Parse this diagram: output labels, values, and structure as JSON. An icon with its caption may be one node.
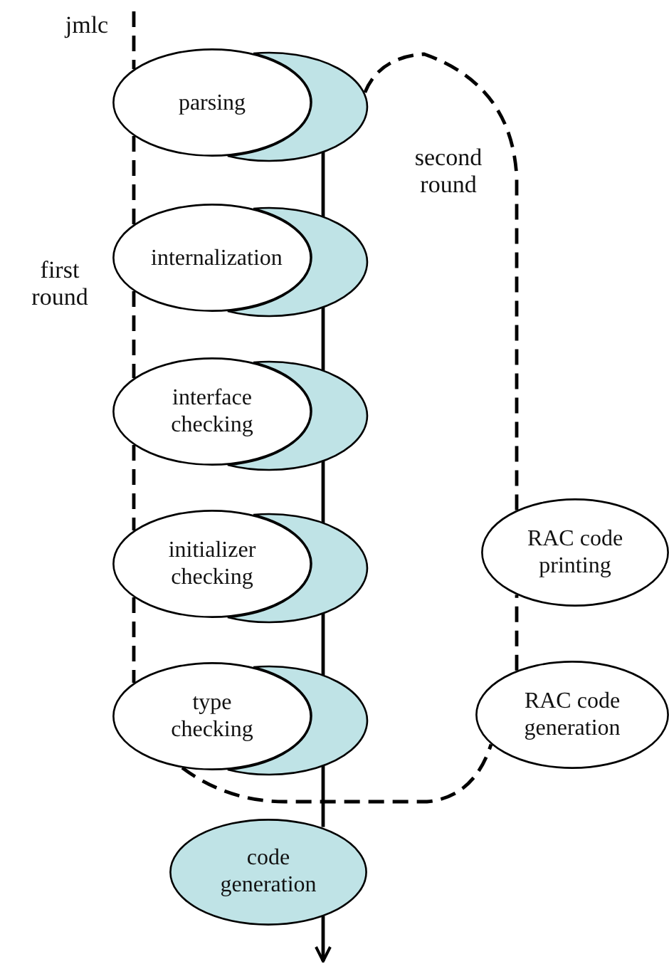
{
  "diagram": {
    "nodes": [
      {
        "text": [
          "parsing"
        ]
      },
      {
        "text": [],
        "shape": "ellipse"
      },
      {
        "text": [
          "internalization"
        ]
      },
      {
        "text": [],
        "shape": "ellipse"
      },
      {
        "text": [
          "interface checking"
        ]
      },
      {
        "text": [],
        "shape": "ellipse"
      },
      {
        "text": [
          "initializer checking"
        ]
      },
      {
        "text": [],
        "shape": "ellipse"
      },
      {
        "text": [
          "type checking"
        ]
      },
      {
        "text": [],
        "shape": "ellipse"
      },
      {
        "text": [
          "RAC code printing"
        ]
      },
      {
        "text": [
          "RAC code generation"
        ]
      },
      {
        "text": [
          "code generation"
        ]
      }
    ],
    "edges": [
      {
        "from": null,
        "to": 0,
        "arrow": "none",
        "style": "dashed"
      },
      {
        "from": 0,
        "to": 2,
        "arrow": "none",
        "style": "dashed"
      },
      {
        "from": 2,
        "to": 4,
        "arrow": "none",
        "style": "dashed"
      },
      {
        "from": 4,
        "to": 6,
        "arrow": "none",
        "style": "dashed"
      },
      {
        "from": 6,
        "to": 8,
        "arrow": "none",
        "style": "dashed"
      },
      {
        "from": 8,
        "to": 11,
        "arrow": "none",
        "style": "dashed"
      },
      {
        "from": 11,
        "to": 10,
        "arrow": "none",
        "style": "dashed"
      },
      {
        "from": 10,
        "to": 1,
        "arrow": "none",
        "style": "dashed"
      },
      {
        "from": 1,
        "to": 3,
        "arrow": "none"
      },
      {
        "from": 3,
        "to": 5,
        "arrow": "none"
      },
      {
        "from": 5,
        "to": 7,
        "arrow": "none"
      },
      {
        "from": 7,
        "to": 9,
        "arrow": "none"
      },
      {
        "from": 9,
        "to": 12,
        "arrow": "none"
      },
      {
        "from": 12,
        "to": null,
        "arrow": "to"
      }
    ],
    "labels": [
      "jmlc",
      "first round",
      "second round"
    ]
  }
}
